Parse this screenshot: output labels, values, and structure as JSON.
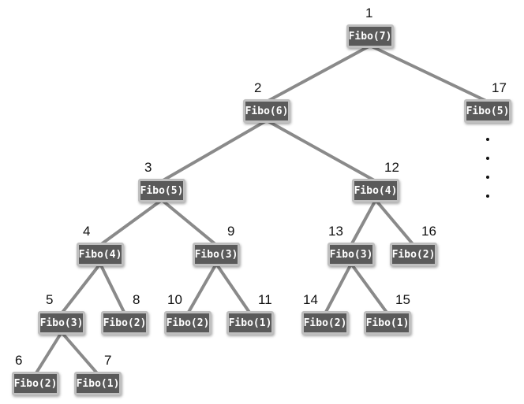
{
  "nodes": [
    {
      "id": "n1",
      "label": "Fibo(7)",
      "order": "1"
    },
    {
      "id": "n2",
      "label": "Fibo(6)",
      "order": "2"
    },
    {
      "id": "n17",
      "label": "Fibo(5)",
      "order": "17"
    },
    {
      "id": "n3",
      "label": "Fibo(5)",
      "order": "3"
    },
    {
      "id": "n12",
      "label": "Fibo(4)",
      "order": "12"
    },
    {
      "id": "n4",
      "label": "Fibo(4)",
      "order": "4"
    },
    {
      "id": "n9",
      "label": "Fibo(3)",
      "order": "9"
    },
    {
      "id": "n13",
      "label": "Fibo(3)",
      "order": "13"
    },
    {
      "id": "n16",
      "label": "Fibo(2)",
      "order": "16"
    },
    {
      "id": "n5",
      "label": "Fibo(3)",
      "order": "5"
    },
    {
      "id": "n8",
      "label": "Fibo(2)",
      "order": "8"
    },
    {
      "id": "n10",
      "label": "Fibo(2)",
      "order": "10"
    },
    {
      "id": "n11",
      "label": "Fibo(1)",
      "order": "11"
    },
    {
      "id": "n14",
      "label": "Fibo(2)",
      "order": "14"
    },
    {
      "id": "n15",
      "label": "Fibo(1)",
      "order": "15"
    },
    {
      "id": "n6",
      "label": "Fibo(2)",
      "order": "6"
    },
    {
      "id": "n7",
      "label": "Fibo(1)",
      "order": "7"
    }
  ],
  "edges": [
    [
      "n1",
      "n2"
    ],
    [
      "n1",
      "n17"
    ],
    [
      "n2",
      "n3"
    ],
    [
      "n2",
      "n12"
    ],
    [
      "n3",
      "n4"
    ],
    [
      "n3",
      "n9"
    ],
    [
      "n12",
      "n13"
    ],
    [
      "n12",
      "n16"
    ],
    [
      "n4",
      "n5"
    ],
    [
      "n4",
      "n8"
    ],
    [
      "n9",
      "n10"
    ],
    [
      "n9",
      "n11"
    ],
    [
      "n13",
      "n14"
    ],
    [
      "n13",
      "n15"
    ],
    [
      "n5",
      "n6"
    ],
    [
      "n5",
      "n7"
    ]
  ],
  "continuation": {
    "dot_count": 4
  }
}
